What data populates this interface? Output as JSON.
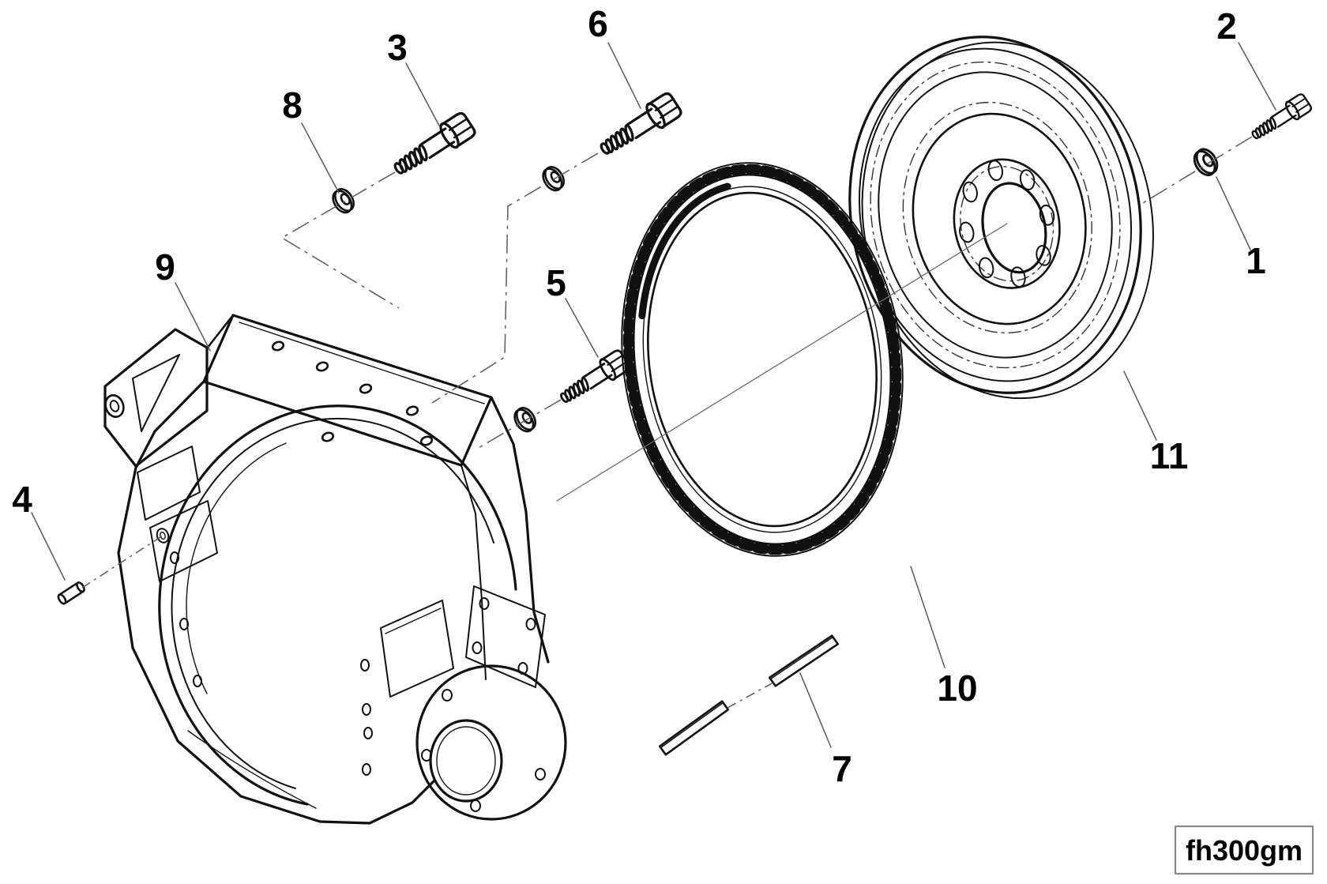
{
  "diagram": {
    "description": "Exploded parts diagram of flywheel housing, ring gear and flywheel assembly",
    "code_label": "fh300gm",
    "callouts": [
      {
        "label": "1"
      },
      {
        "label": "2"
      },
      {
        "label": "3"
      },
      {
        "label": "4"
      },
      {
        "label": "5"
      },
      {
        "label": "6"
      },
      {
        "label": "7"
      },
      {
        "label": "8"
      },
      {
        "label": "9"
      },
      {
        "label": "10"
      },
      {
        "label": "11"
      }
    ]
  },
  "colors": {
    "line": "#111111",
    "leader": "#5a5a5a",
    "background": "#ffffff",
    "code_border": "#8a8a8a"
  }
}
